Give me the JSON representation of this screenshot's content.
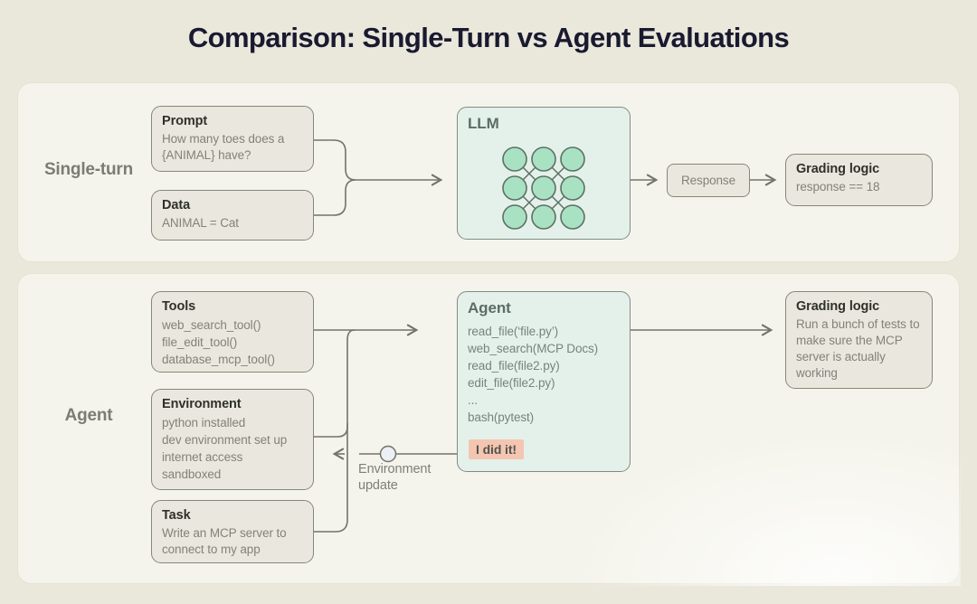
{
  "title": "Comparison: Single-Turn vs Agent Evaluations",
  "single_turn": {
    "label": "Single-turn",
    "prompt_box": {
      "header": "Prompt",
      "body": "How many toes does a {ANIMAL} have?"
    },
    "data_box": {
      "header": "Data",
      "body": "ANIMAL = Cat"
    },
    "llm_box": {
      "header": "LLM"
    },
    "response_box": {
      "label": "Response"
    },
    "grading_box": {
      "header": "Grading logic",
      "body": "response == 18"
    }
  },
  "agent_flow": {
    "label": "Agent",
    "tools_box": {
      "header": "Tools",
      "lines": [
        "web_search_tool()",
        "file_edit_tool()",
        "database_mcp_tool()"
      ]
    },
    "environment_box": {
      "header": "Environment",
      "lines": [
        "python installed",
        "dev environment set up",
        "internet access",
        "sandboxed"
      ]
    },
    "task_box": {
      "header": "Task",
      "body": "Write an MCP server to connect to my app"
    },
    "agent_box": {
      "header": "Agent",
      "lines": [
        "read_file(‘file.py’)",
        "web_search(MCP Docs)",
        "read_file(file2.py)",
        "edit_file(file2.py)",
        "...",
        "bash(pytest)"
      ],
      "highlight": "I did it!"
    },
    "env_update_label": "Environment update",
    "grading_box": {
      "header": "Grading logic",
      "body": "Run a bunch of tests to make sure the MCP server is actually working"
    }
  },
  "colors": {
    "page_bg": "#eae7db",
    "panel_bg": "#f5f4ec",
    "box_fill": "#eae8de",
    "box_border": "#86867b",
    "mint_fill": "#e4f1ea",
    "mint_border": "#7e8d85",
    "node_fill": "#a8e2c3",
    "node_border": "#5e7065",
    "highlight_bg": "#f4c5b1",
    "connector": "#73736a"
  }
}
